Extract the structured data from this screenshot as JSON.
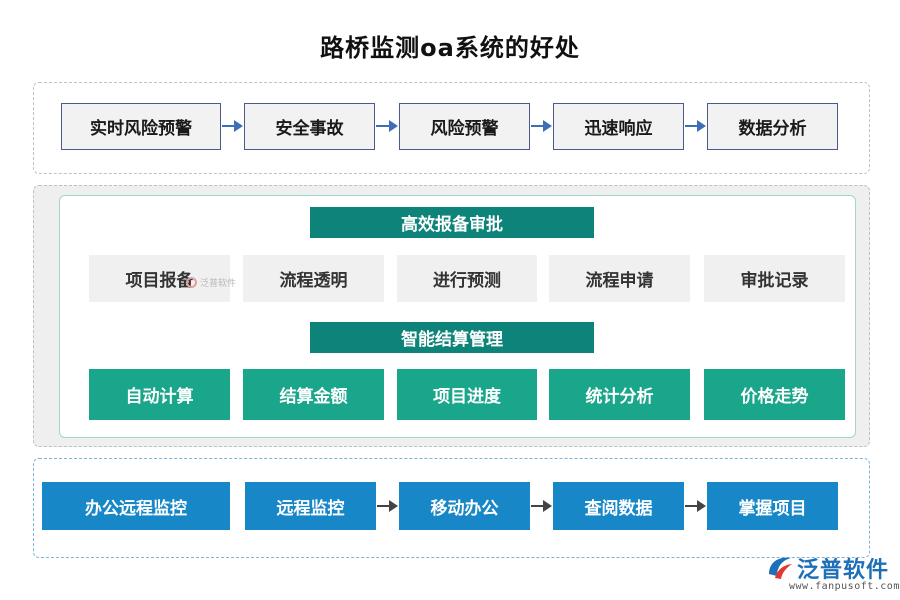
{
  "title": "路桥监测oa系统的好处",
  "top_flow": [
    "实时风险预警",
    "安全事故",
    "风险预警",
    "迅速响应",
    "数据分析"
  ],
  "middle": {
    "header1": "高效报备审批",
    "row1": [
      "项目报备",
      "流程透明",
      "进行预测",
      "流程申请",
      "审批记录"
    ],
    "header2": "智能结算管理",
    "row2": [
      "自动计算",
      "结算金额",
      "项目进度",
      "统计分析",
      "价格走势"
    ]
  },
  "bottom_flow": [
    "办公远程监控",
    "远程监控",
    "移动办公",
    "查阅数据",
    "掌握项目"
  ],
  "watermark_small": "泛普软件",
  "brand": {
    "name": "泛普软件",
    "url": "www.fanpusoft.com"
  },
  "colors": {
    "green": "#1aa68a",
    "header_teal": "#0e8379",
    "blue": "#1787c7",
    "arrow_blue": "#3d6fb6"
  },
  "icons": [
    "right-arrow-icon",
    "fanpu-logo-icon"
  ]
}
